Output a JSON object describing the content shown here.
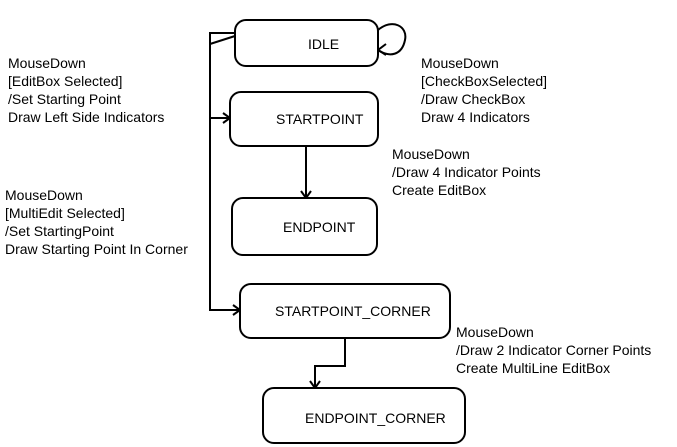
{
  "states": {
    "idle": "IDLE",
    "startpoint": "STARTPOINT",
    "endpoint": "ENDPOINT",
    "startpoint_corner": "STARTPOINT_CORNER",
    "endpoint_corner": "ENDPOINT_CORNER"
  },
  "transitions": {
    "editbox": {
      "lines": [
        "MouseDown",
        "[EditBox Selected]",
        "/Set Starting Point",
        "Draw Left Side Indicators"
      ]
    },
    "checkbox": {
      "lines": [
        "MouseDown",
        "[CheckBoxSelected]",
        "/Draw CheckBox",
        "Draw 4 Indicators"
      ]
    },
    "startpoint_to_endpoint": {
      "lines": [
        "MouseDown",
        "/Draw 4 Indicator Points",
        "Create EditBox"
      ]
    },
    "multiedit": {
      "lines": [
        "MouseDown",
        "[MultiEdit Selected]",
        "/Set StartingPoint",
        "Draw Starting Point In Corner"
      ]
    },
    "corner_to_endpoint_corner": {
      "lines": [
        "MouseDown",
        "/Draw 2 Indicator Corner Points",
        "Create MultiLine EditBox"
      ]
    }
  }
}
